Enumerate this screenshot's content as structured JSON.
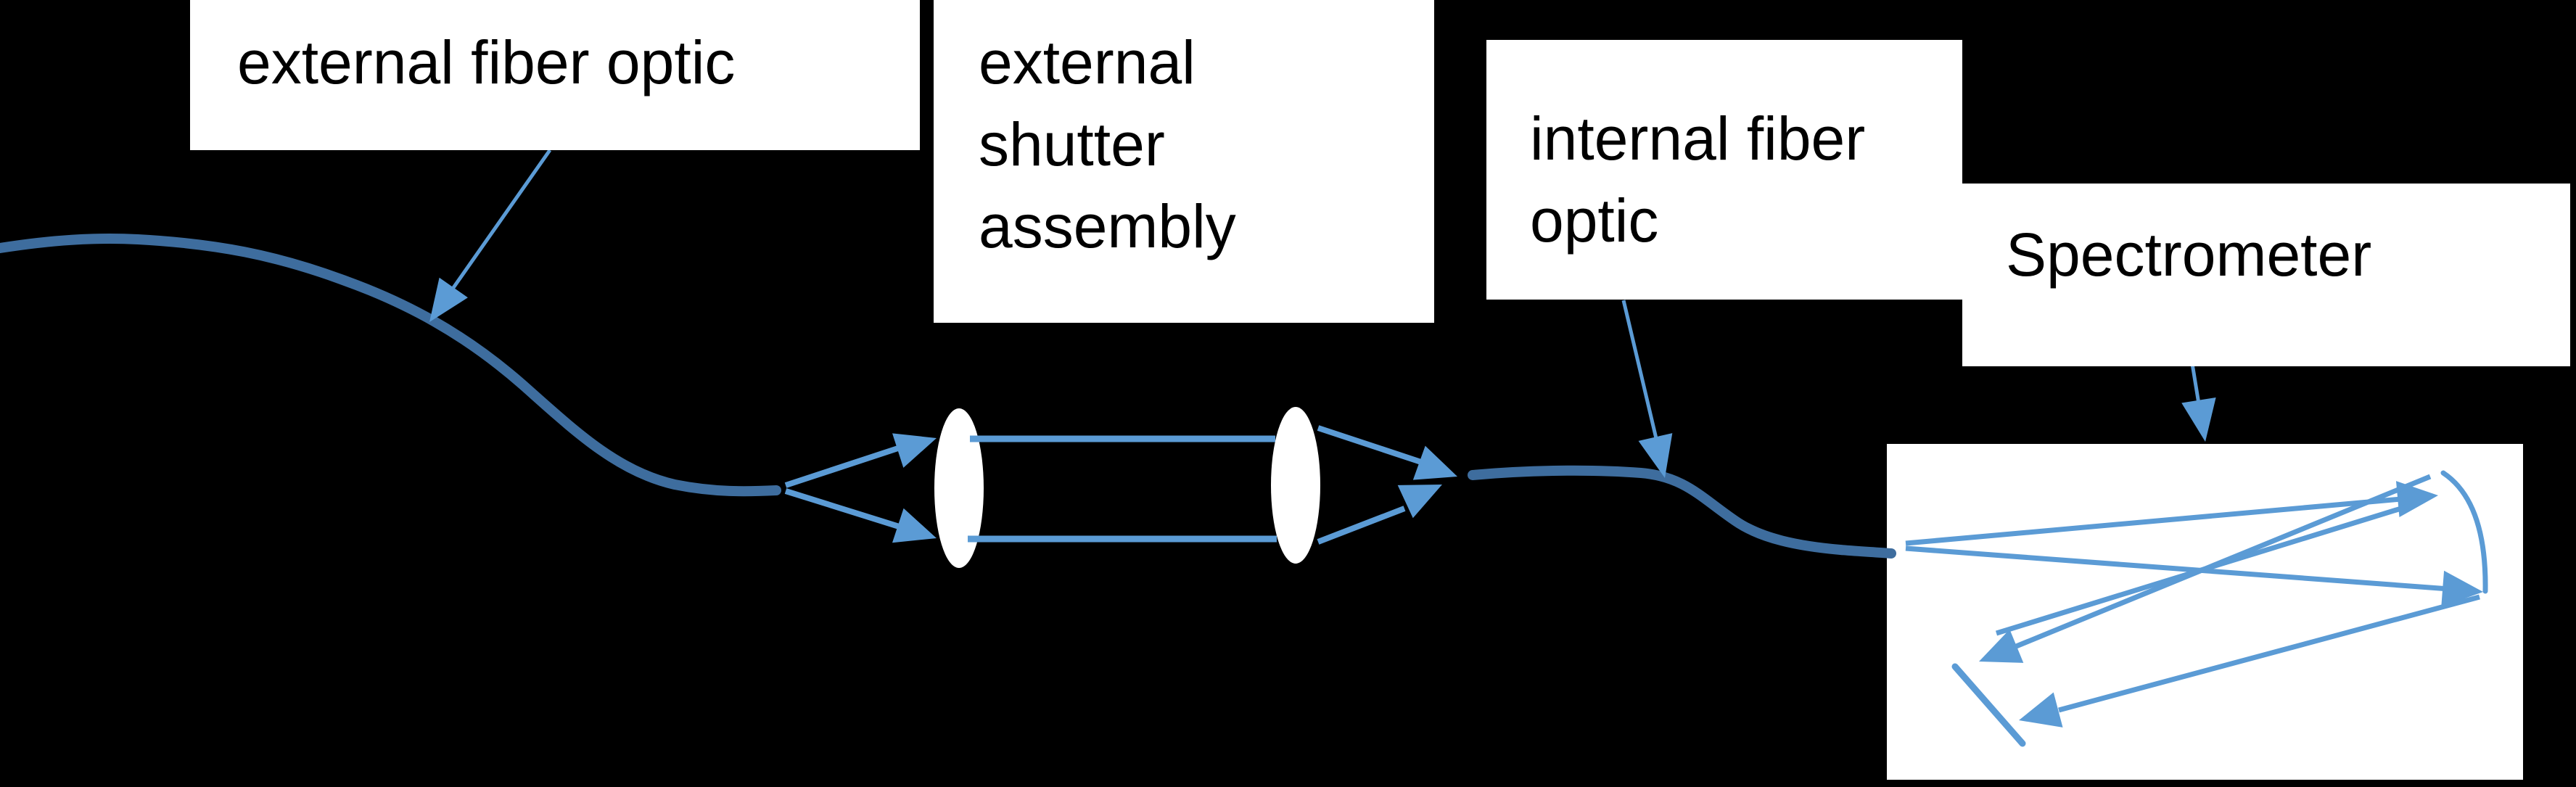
{
  "diagram": {
    "type": "optical-path-schematic",
    "background_color": "#000000",
    "label_box_color": "#FFFFFF",
    "label_text_color": "#000000",
    "ray_color": "#5B9BD5",
    "fiber_color": "#3E6D9E",
    "labels": {
      "external_fiber": "external fiber optic",
      "shutter_lines": [
        "external",
        "shutter",
        "assembly"
      ],
      "internal_fiber_lines": [
        "internal fiber",
        "optic"
      ],
      "spectrometer": "Spectrometer"
    },
    "components": [
      "external-fiber-cable",
      "external-shutter-assembly (two collimating lenses with parallel beam)",
      "internal-fiber-cable",
      "spectrometer-housing (entry rays, two curved mirrors, grating, detector arrows)"
    ]
  }
}
